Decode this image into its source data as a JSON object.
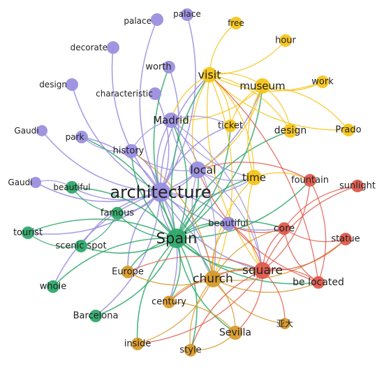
{
  "clusters": {
    "purple": "#9b8fdf",
    "yellow": "#f5c518",
    "green": "#2fa96a",
    "red": "#e05a4c",
    "orange": "#d89a2c"
  },
  "nodes": [
    {
      "id": "palace1",
      "label": "palace",
      "cluster": "purple"
    },
    {
      "id": "palace2",
      "label": "palace",
      "cluster": "purple"
    },
    {
      "id": "decorate",
      "label": "decorate",
      "cluster": "purple"
    },
    {
      "id": "worth",
      "label": "worth",
      "cluster": "purple"
    },
    {
      "id": "design_p",
      "label": "design",
      "cluster": "purple"
    },
    {
      "id": "characteristic",
      "label": "characteristic",
      "cluster": "purple"
    },
    {
      "id": "gaudi1",
      "label": "Gaudi",
      "cluster": "purple"
    },
    {
      "id": "park",
      "label": "park",
      "cluster": "purple"
    },
    {
      "id": "madrid",
      "label": "Madrid",
      "cluster": "purple"
    },
    {
      "id": "history",
      "label": "history",
      "cluster": "purple"
    },
    {
      "id": "gaudi2",
      "label": "Gaudi",
      "cluster": "purple"
    },
    {
      "id": "architecture",
      "label": "architecture",
      "cluster": "purple"
    },
    {
      "id": "local",
      "label": "local",
      "cluster": "purple"
    },
    {
      "id": "beautiful_p",
      "label": "beautiful",
      "cluster": "purple"
    },
    {
      "id": "free",
      "label": "free",
      "cluster": "yellow"
    },
    {
      "id": "hour",
      "label": "hour",
      "cluster": "yellow"
    },
    {
      "id": "visit",
      "label": "visit",
      "cluster": "yellow"
    },
    {
      "id": "museum",
      "label": "museum",
      "cluster": "yellow"
    },
    {
      "id": "work",
      "label": "work",
      "cluster": "yellow"
    },
    {
      "id": "ticket",
      "label": "ticket",
      "cluster": "yellow"
    },
    {
      "id": "design_y",
      "label": "design",
      "cluster": "yellow"
    },
    {
      "id": "prado",
      "label": "Prado",
      "cluster": "yellow"
    },
    {
      "id": "time",
      "label": "time",
      "cluster": "yellow"
    },
    {
      "id": "beautiful_g",
      "label": "beautiful",
      "cluster": "green"
    },
    {
      "id": "famous",
      "label": "famous",
      "cluster": "green"
    },
    {
      "id": "tourist",
      "label": "tourist",
      "cluster": "green"
    },
    {
      "id": "scenic",
      "label": "scenic spot",
      "cluster": "green"
    },
    {
      "id": "spain",
      "label": "Spain",
      "cluster": "green"
    },
    {
      "id": "whole",
      "label": "whole",
      "cluster": "green"
    },
    {
      "id": "barcelona",
      "label": "Barcelona",
      "cluster": "green"
    },
    {
      "id": "fountain",
      "label": "fountain",
      "cluster": "red"
    },
    {
      "id": "sunlight",
      "label": "sunlight",
      "cluster": "red"
    },
    {
      "id": "core",
      "label": "core",
      "cluster": "red"
    },
    {
      "id": "statue",
      "label": "statue",
      "cluster": "red"
    },
    {
      "id": "square",
      "label": "square",
      "cluster": "red"
    },
    {
      "id": "located",
      "label": "be located",
      "cluster": "red"
    },
    {
      "id": "europe",
      "label": "Europe",
      "cluster": "orange"
    },
    {
      "id": "church",
      "label": "church",
      "cluster": "orange"
    },
    {
      "id": "century",
      "label": "century",
      "cluster": "orange"
    },
    {
      "id": "yada",
      "label": "亚大",
      "cluster": "orange"
    },
    {
      "id": "sevilla",
      "label": "Sevilla",
      "cluster": "orange"
    },
    {
      "id": "inside",
      "label": "inside",
      "cluster": "orange"
    },
    {
      "id": "style",
      "label": "style",
      "cluster": "orange"
    }
  ],
  "edges": [
    [
      "architecture",
      "palace1"
    ],
    [
      "architecture",
      "palace2"
    ],
    [
      "architecture",
      "decorate"
    ],
    [
      "architecture",
      "worth"
    ],
    [
      "architecture",
      "design_p"
    ],
    [
      "architecture",
      "characteristic"
    ],
    [
      "architecture",
      "gaudi1"
    ],
    [
      "architecture",
      "park"
    ],
    [
      "architecture",
      "madrid"
    ],
    [
      "architecture",
      "history"
    ],
    [
      "architecture",
      "gaudi2"
    ],
    [
      "architecture",
      "local"
    ],
    [
      "architecture",
      "beautiful_p"
    ],
    [
      "architecture",
      "spain"
    ],
    [
      "architecture",
      "church"
    ],
    [
      "architecture",
      "square"
    ],
    [
      "architecture",
      "visit"
    ],
    [
      "architecture",
      "time"
    ],
    [
      "architecture",
      "famous"
    ],
    [
      "architecture",
      "scenic"
    ],
    [
      "architecture",
      "tourist"
    ],
    [
      "architecture",
      "europe"
    ],
    [
      "architecture",
      "beautiful_g"
    ],
    [
      "architecture",
      "whole"
    ],
    [
      "architecture",
      "barcelona"
    ],
    [
      "architecture",
      "museum"
    ],
    [
      "architecture",
      "ticket"
    ],
    [
      "architecture",
      "core"
    ],
    [
      "architecture",
      "century"
    ],
    [
      "spain",
      "madrid"
    ],
    [
      "spain",
      "history"
    ],
    [
      "spain",
      "park"
    ],
    [
      "spain",
      "worth"
    ],
    [
      "spain",
      "beautiful_g"
    ],
    [
      "spain",
      "famous"
    ],
    [
      "spain",
      "tourist"
    ],
    [
      "spain",
      "scenic"
    ],
    [
      "spain",
      "whole"
    ],
    [
      "spain",
      "barcelona"
    ],
    [
      "spain",
      "europe"
    ],
    [
      "spain",
      "church"
    ],
    [
      "spain",
      "square"
    ],
    [
      "spain",
      "visit"
    ],
    [
      "spain",
      "museum"
    ],
    [
      "spain",
      "time"
    ],
    [
      "spain",
      "local"
    ],
    [
      "spain",
      "design_y"
    ],
    [
      "spain",
      "ticket"
    ],
    [
      "spain",
      "century"
    ],
    [
      "spain",
      "inside"
    ],
    [
      "spain",
      "style"
    ],
    [
      "spain",
      "sevilla"
    ],
    [
      "spain",
      "core"
    ],
    [
      "spain",
      "located"
    ],
    [
      "spain",
      "beautiful_p"
    ],
    [
      "spain",
      "fountain"
    ],
    [
      "visit",
      "free"
    ],
    [
      "visit",
      "hour"
    ],
    [
      "visit",
      "museum"
    ],
    [
      "visit",
      "work"
    ],
    [
      "visit",
      "design_y"
    ],
    [
      "visit",
      "prado"
    ],
    [
      "visit",
      "time"
    ],
    [
      "visit",
      "local"
    ],
    [
      "visit",
      "church"
    ],
    [
      "visit",
      "madrid"
    ],
    [
      "visit",
      "ticket"
    ],
    [
      "visit",
      "square"
    ],
    [
      "museum",
      "prado"
    ],
    [
      "museum",
      "work"
    ],
    [
      "museum",
      "design_y"
    ],
    [
      "museum",
      "time"
    ],
    [
      "museum",
      "local"
    ],
    [
      "museum",
      "ticket"
    ],
    [
      "museum",
      "madrid"
    ],
    [
      "madrid",
      "local"
    ],
    [
      "madrid",
      "church"
    ],
    [
      "madrid",
      "time"
    ],
    [
      "madrid",
      "ticket"
    ],
    [
      "madrid",
      "history"
    ],
    [
      "madrid",
      "square"
    ],
    [
      "local",
      "church"
    ],
    [
      "local",
      "square"
    ],
    [
      "local",
      "time"
    ],
    [
      "local",
      "history"
    ],
    [
      "time",
      "church"
    ],
    [
      "time",
      "fountain"
    ],
    [
      "time",
      "square"
    ],
    [
      "church",
      "square"
    ],
    [
      "church",
      "century"
    ],
    [
      "church",
      "inside"
    ],
    [
      "church",
      "style"
    ],
    [
      "church",
      "sevilla"
    ],
    [
      "church",
      "yada"
    ],
    [
      "church",
      "europe"
    ],
    [
      "church",
      "located"
    ],
    [
      "church",
      "core"
    ],
    [
      "church",
      "statue"
    ],
    [
      "church",
      "beautiful_p"
    ],
    [
      "church",
      "history"
    ],
    [
      "square",
      "core"
    ],
    [
      "square",
      "fountain"
    ],
    [
      "square",
      "sunlight"
    ],
    [
      "square",
      "statue"
    ],
    [
      "square",
      "located"
    ],
    [
      "square",
      "beautiful_p"
    ],
    [
      "square",
      "sevilla"
    ],
    [
      "square",
      "style"
    ],
    [
      "square",
      "yada"
    ],
    [
      "square",
      "century"
    ],
    [
      "square",
      "inside"
    ],
    [
      "square",
      "europe"
    ],
    [
      "located",
      "core"
    ],
    [
      "located",
      "fountain"
    ],
    [
      "located",
      "local"
    ],
    [
      "located",
      "visit"
    ],
    [
      "core",
      "sunlight"
    ],
    [
      "core",
      "statue"
    ],
    [
      "core",
      "beautiful_p"
    ],
    [
      "fountain",
      "local"
    ],
    [
      "sevilla",
      "style"
    ],
    [
      "sevilla",
      "century"
    ],
    [
      "history",
      "park"
    ],
    [
      "beautiful_g",
      "famous"
    ],
    [
      "famous",
      "scenic"
    ],
    [
      "tourist",
      "scenic"
    ],
    [
      "gaudi2",
      "beautiful_g"
    ]
  ]
}
